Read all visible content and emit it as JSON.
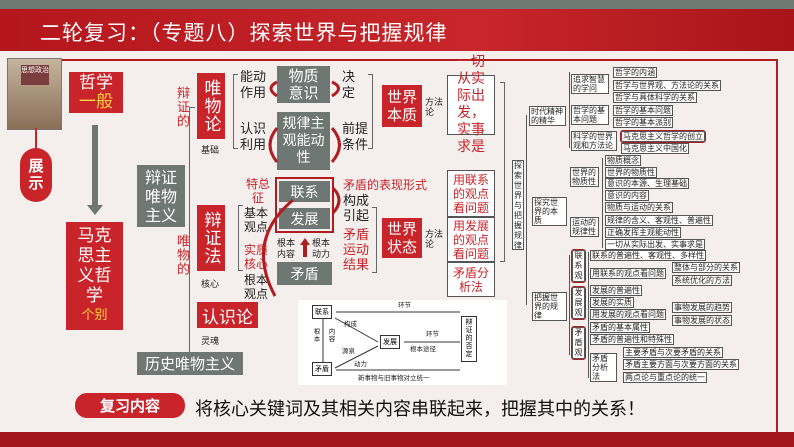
{
  "header": {
    "title": "二轮复习：（专题八）探索世界与把握规律"
  },
  "book": {
    "cover_text": "思想政治"
  },
  "left": {
    "philosophy": "哲学",
    "general": "一般",
    "show": "展示",
    "marxist": "马克思主义哲学",
    "individual": "个别",
    "dialectical_materialism": "辩证唯物主义",
    "historical_materialism": "历史唯物主义",
    "dialectical_of": "辩证的",
    "materialist_of": "唯物的"
  },
  "theories": {
    "materialism": "唯物论",
    "materialism_note": "基础",
    "dialectics": "辩证法",
    "dialectics_note": "核心",
    "epistemology": "认识论",
    "epistemology_note": "灵魂"
  },
  "middle": {
    "active_role": "能动作用",
    "matter_consciousness": "物质意识",
    "decide": "决定",
    "cognize_use": "认识利用",
    "law_subjective": "规律主观能动性",
    "precondition": "前提条件",
    "general_feature": "特总征",
    "basic_view": "基本观点",
    "essence_core": "实质核心",
    "fundamental_view": "根本观点",
    "connection": "联系",
    "development": "发展",
    "contradiction": "矛盾",
    "fundamental_content": "根本内容",
    "fundamental_power": "根本动力",
    "manifestation": "矛盾的表现形式",
    "constitute_cause": "构成引起",
    "movement_result": "矛盾运动结果"
  },
  "world": {
    "essence": "世界本质",
    "state": "世界状态",
    "methodology": "方法论",
    "seek_truth": "一切从实际出发，实事求是",
    "use_connection": "用联系的观点看问题",
    "use_development": "用发展的观点看问题",
    "contradiction_analysis": "矛盾分析法"
  },
  "tree": {
    "root": "探索世界与把握规律",
    "era": "时代精神的精华",
    "wisdom": "追求智慧的学问",
    "connotation": "哲学的内涵",
    "worldview_relation": "哲学与世界观、方法论的关系",
    "science_relation": "哲学与具体科学的关系",
    "basic_q_label": "哲学的基本问题",
    "basic_q": "哲学的基本问题",
    "basic_schools": "哲学的基本派别",
    "scientific": "科学的世界观和方法论",
    "marx_founding": "马克思主义哲学的创立",
    "marx_china": "马克思主义中国化",
    "explore": "探究世界的本质",
    "materiality_label": "世界的物质性",
    "matter_concept": "物质概念",
    "materiality": "世界的物质性",
    "consciousness_origin": "意识的本源、生理基础",
    "consciousness_content": "意识的内容",
    "motion_relation": "物质与运动的关系",
    "regularity_label": "运动的规律性",
    "law_meaning": "规律的含义、客观性、普遍性",
    "exert": "正确发挥主观能动性",
    "seek": "一切从实际出发、实事求是",
    "grasp": "把握世界的规律",
    "conn_view": "联系观",
    "conn_univ": "联系的普遍性、客观性、多样性",
    "conn_use": "用联系的观点看问题",
    "whole_part": "整体与部分的关系",
    "system_opt": "系统优化的方法",
    "dev_view": "发展观",
    "dev_univ": "发展的普遍性",
    "dev_essence": "发展的实质",
    "dev_use": "用发展的观点看问题",
    "dev_trend": "事物发展的趋势",
    "dev_state": "事物发展的状态",
    "contra_view": "矛盾观",
    "contra_basic": "矛盾的基本属性",
    "contra_univ": "矛盾的普遍性和特殊性",
    "contra_analysis": "矛盾分析法",
    "main_secondary": "主要矛盾与次要矛盾的关系",
    "main_aspect": "矛盾主要方面与次要方面的关系",
    "two_point": "两点论与重点论的统一"
  },
  "diagram": {
    "connection": "联系",
    "development": "发展",
    "contradiction": "矛盾",
    "link": "环节",
    "constitute": "构成",
    "fundamental": "根本",
    "content": "内容",
    "source": "源泉",
    "power": "动力",
    "link2": "环节",
    "path": "根本途径",
    "negation": "辩证的否定",
    "unity": "新事物与旧事物对立统一"
  },
  "footer": {
    "badge": "复习内容",
    "slogan": "将核心关键词及其相关内容串联起来，把握其中的关系！"
  },
  "colors": {
    "accent": "#c8242a",
    "gray": "#6e7773"
  }
}
